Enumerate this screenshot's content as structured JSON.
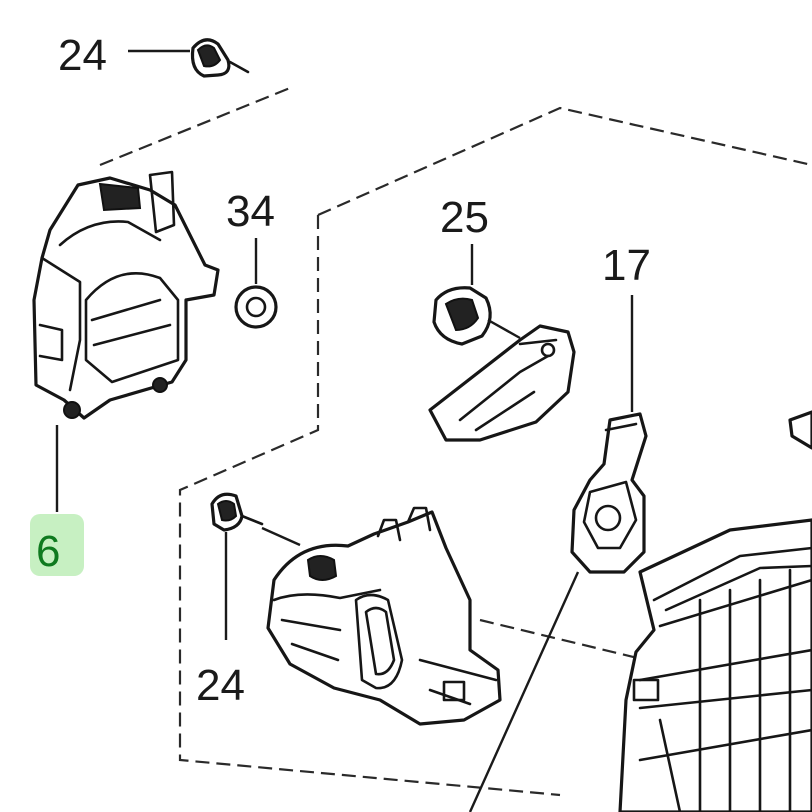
{
  "callouts": {
    "bolt_top": "24",
    "nut": "34",
    "grommet": "25",
    "sensor": "17",
    "actuator": "6",
    "bolt_bottom": "24"
  },
  "colors": {
    "line": "#1a1a1a",
    "highlight_bg": "#c7f0c2",
    "highlight_text": "#0f7a1f"
  }
}
